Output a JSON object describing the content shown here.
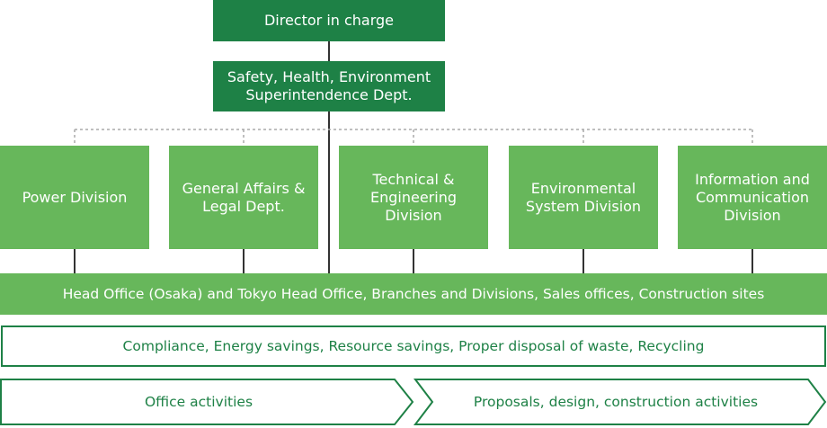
{
  "top": {
    "director": "Director in charge",
    "superintendence": "Safety, Health, Environment\nSuperintendence Dept."
  },
  "divisions": [
    {
      "label": "Power Division"
    },
    {
      "label": "General Affairs &\nLegal Dept."
    },
    {
      "label": "Technical &\nEngineering\nDivision"
    },
    {
      "label": "Environmental\nSystem Division"
    },
    {
      "label": "Information and\nCommunication\nDivision"
    }
  ],
  "band": {
    "label": "Head Office (Osaka) and Tokyo Head Office, Branches and Divisions, Sales offices, Construction sites"
  },
  "policies": {
    "label": "Compliance, Energy savings, Resource savings, Proper disposal of waste, Recycling"
  },
  "activities": {
    "office": "Office activities",
    "proposals": "Proposals, design, construction activities"
  },
  "colors": {
    "dark_green": "#1e8146",
    "light_green": "#67b75b",
    "connector": "#333333",
    "dotted": "#aaaaaa"
  }
}
